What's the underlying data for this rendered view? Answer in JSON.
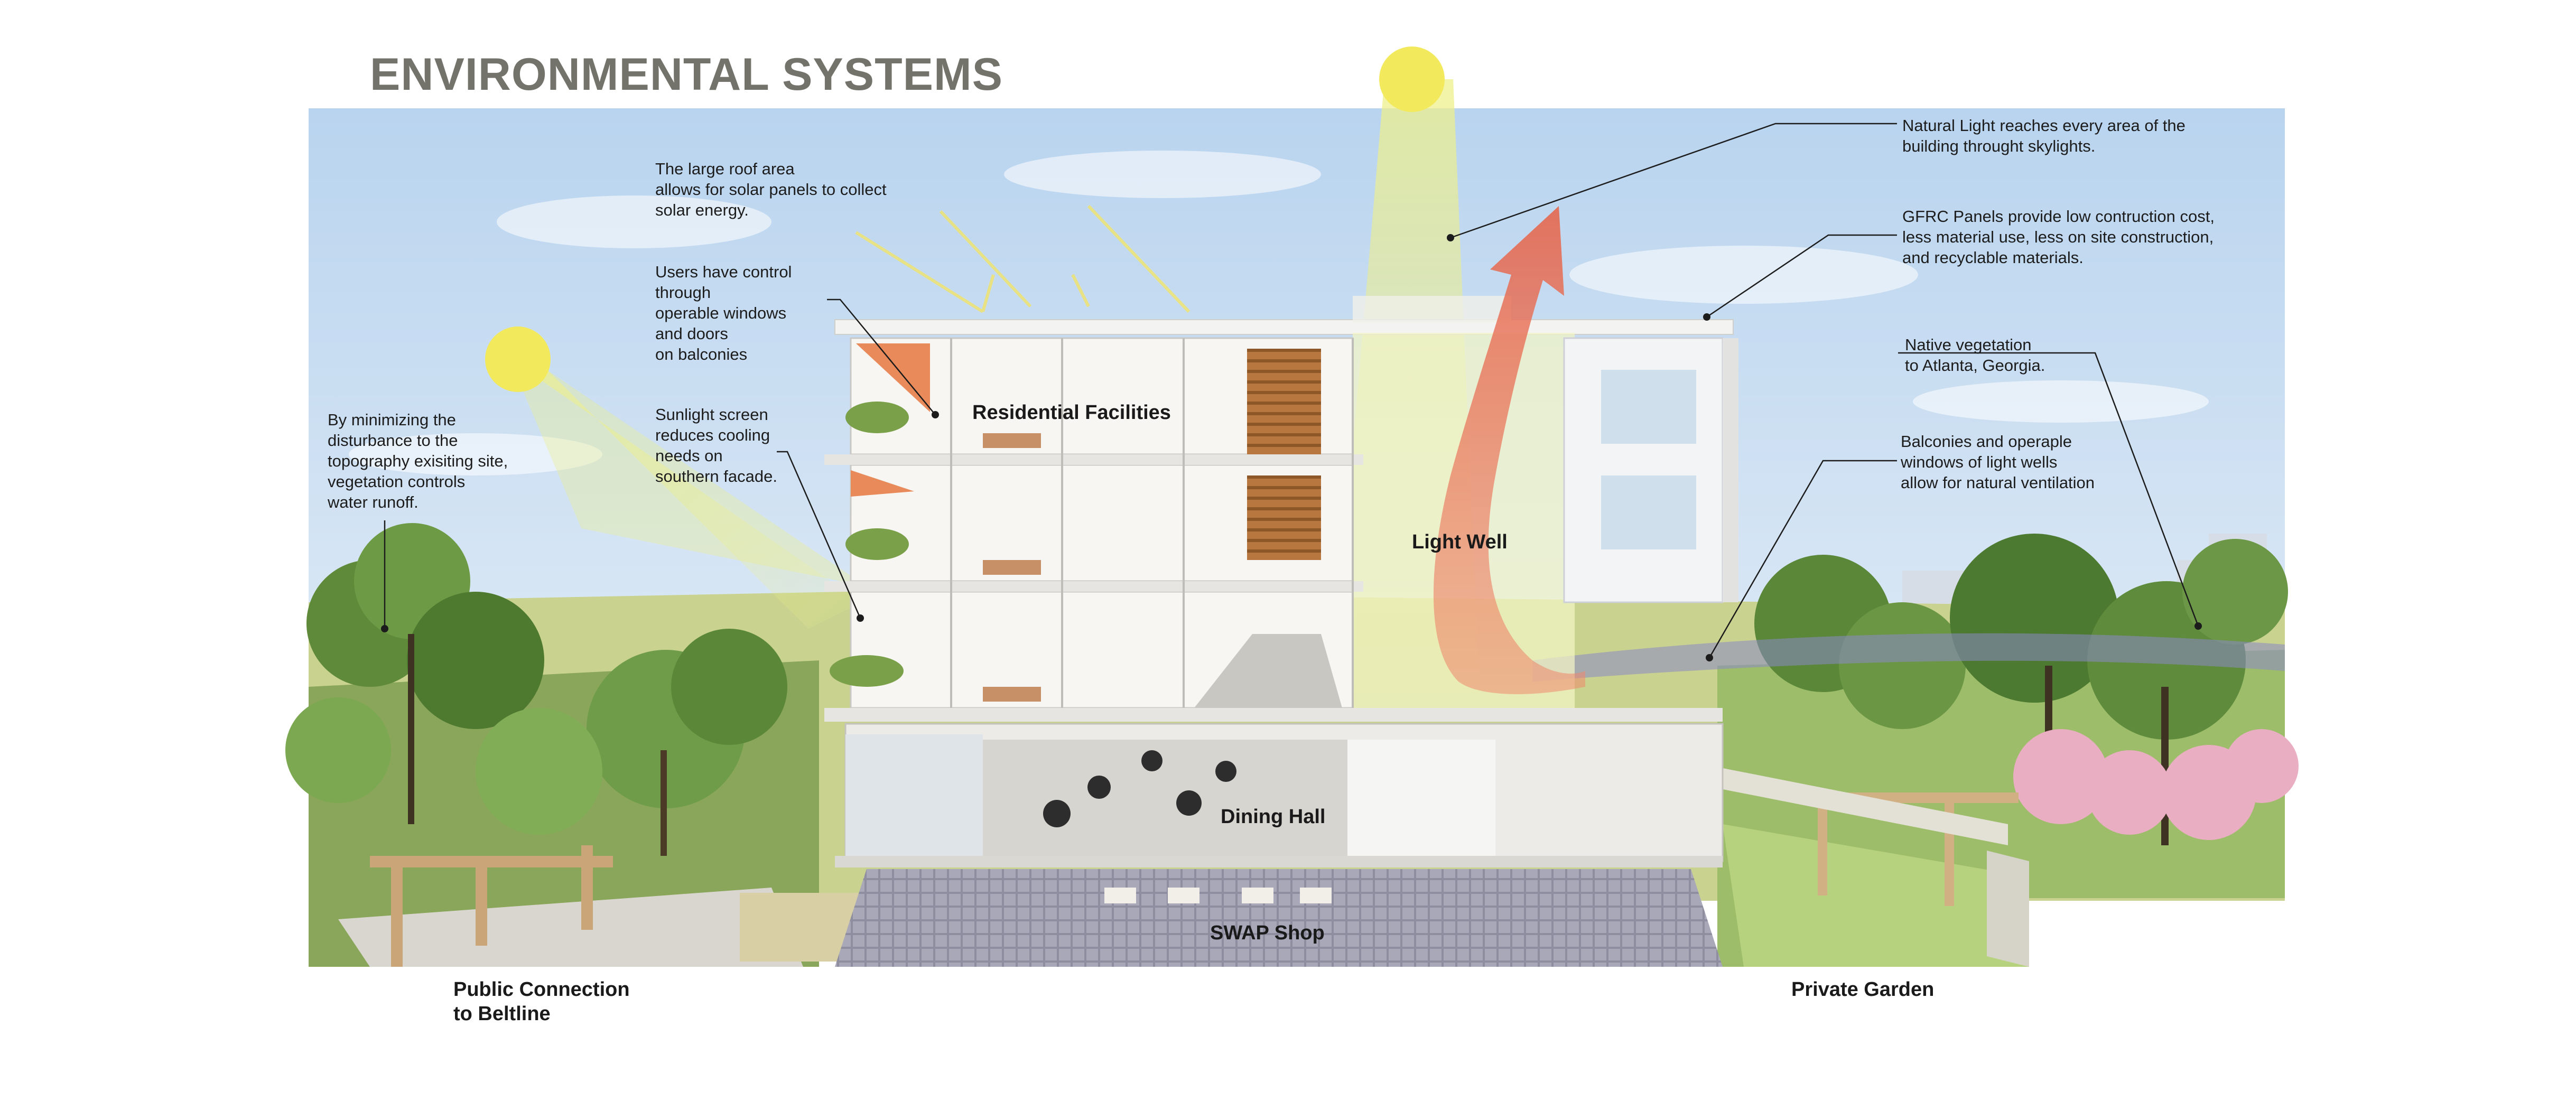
{
  "title": "ENVIRONMENTAL SYSTEMS",
  "colors": {
    "sun": "#f2ea5c",
    "sky_top": "#b9d4ef",
    "sky_bottom": "#e4eef7",
    "airflow_arrow": "#e9826a",
    "panel_orange": "#e88a5a",
    "title_gray": "#74736b"
  },
  "annotations": {
    "roof": "The large roof area\nallows for solar panels to collect\nsolar energy.",
    "windows": "Users have control\nthrough\noperable windows\nand doors\non balconies",
    "sunscreen": "Sunlight screen\nreduces cooling\nneeds on\nsouthern facade.",
    "topography": "By minimizing the\ndisturbance to the\ntopography exisiting site,\nvegetation controls\nwater runoff.",
    "skylights": "Natural Light reaches every area of the\nbuilding throught skylights.",
    "gfrc": "GFRC Panels provide low contruction cost,\nless material use, less on site construction,\nand recyclable materials.",
    "vegetation": "Native vegetation\nto Atlanta, Georgia.",
    "ventilation": "Balconies and operaple\nwindows of light wells\nallow for natural ventilation"
  },
  "spaces": {
    "residential": "Residential Facilities",
    "light_well": "Light Well",
    "dining": "Dining Hall",
    "swap": "SWAP Shop"
  },
  "footer": {
    "public": "Public Connection\nto Beltline",
    "private": "Private Garden"
  },
  "icons": [
    "sun-icon",
    "airflow-arrow-icon",
    "solar-ray-icon"
  ]
}
